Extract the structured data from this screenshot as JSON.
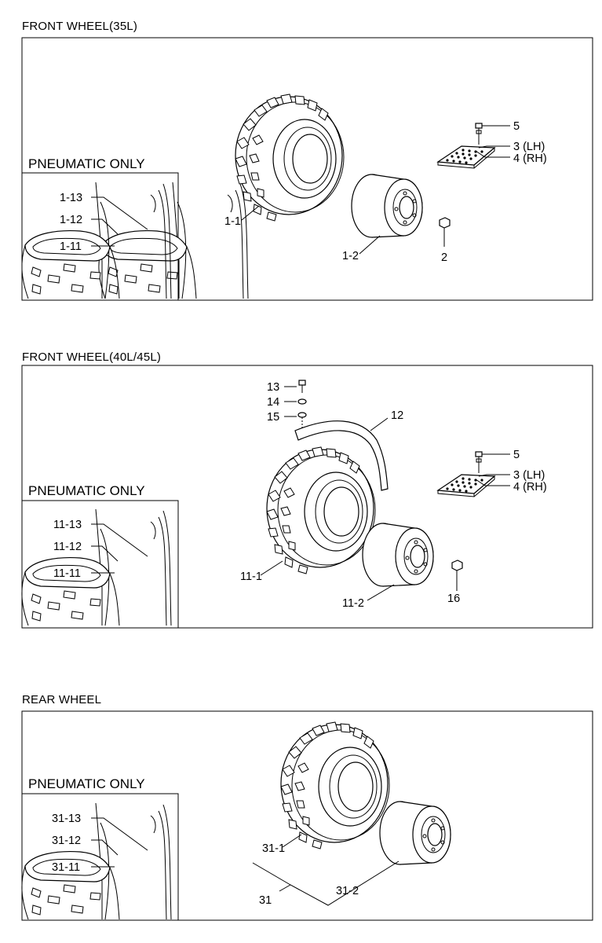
{
  "sections": [
    {
      "title": "FRONT WHEEL(35L)",
      "inset_title": "PNEUMATIC ONLY",
      "inset_labels": [
        "1-13",
        "1-12",
        "1-11"
      ],
      "labels": {
        "tire": "1-1",
        "rim": "1-2",
        "nut": "2",
        "plate_lh": "3 (LH)",
        "plate_rh": "4 (RH)",
        "bolt": "5"
      }
    },
    {
      "title": "FRONT WHEEL(40L/45L)",
      "inset_title": "PNEUMATIC ONLY",
      "inset_labels": [
        "11-13",
        "11-12",
        "11-11"
      ],
      "labels": {
        "tire": "11-1",
        "rim": "11-2",
        "nut": "16",
        "fender": "12",
        "bolt_top": "13",
        "washer_a": "14",
        "washer_b": "15",
        "plate_lh": "3 (LH)",
        "plate_rh": "4 (RH)",
        "bolt": "5"
      }
    },
    {
      "title": "REAR WHEEL",
      "inset_title": "PNEUMATIC ONLY",
      "inset_labels": [
        "31-13",
        "31-12",
        "31-11"
      ],
      "labels": {
        "tire": "31-1",
        "rim": "31-2",
        "assembly": "31"
      }
    }
  ]
}
